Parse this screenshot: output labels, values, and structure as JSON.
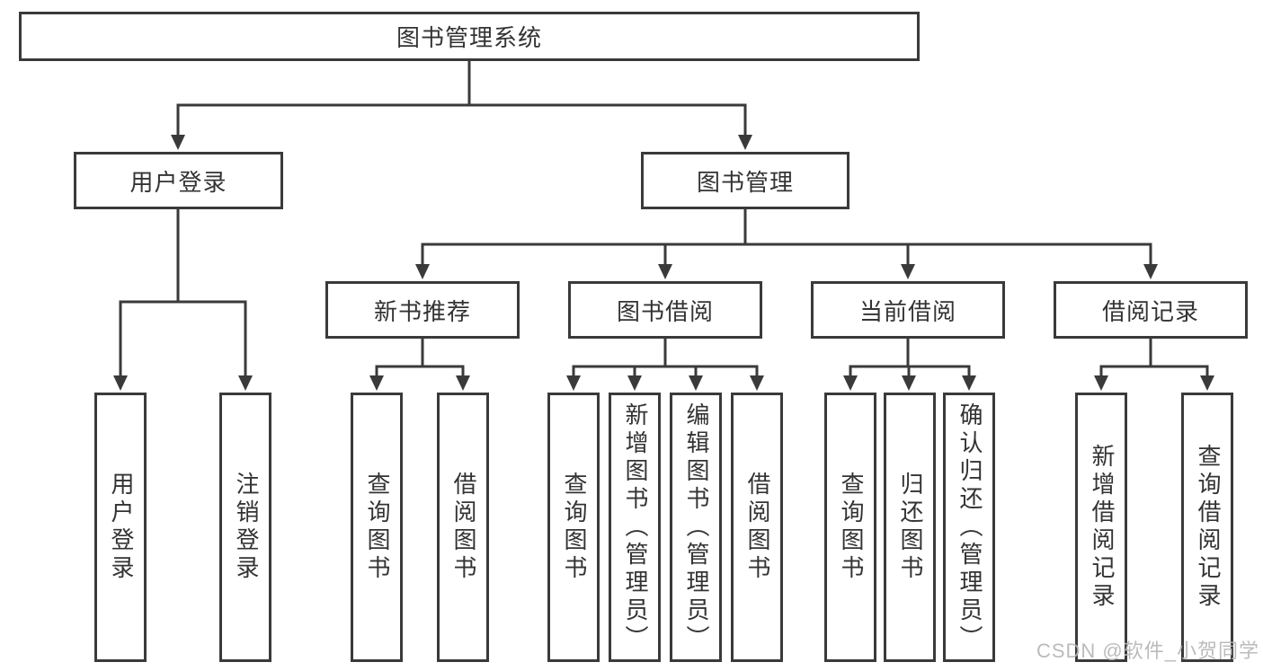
{
  "tree": {
    "root": {
      "label": "图书管理系统"
    },
    "branches": [
      {
        "label": "用户登录",
        "children": [
          {
            "label": "用户登录"
          },
          {
            "label": "注销登录"
          }
        ]
      },
      {
        "label": "图书管理",
        "children": [
          {
            "label": "新书推荐",
            "children": [
              {
                "label": "查询图书"
              },
              {
                "label": "借阅图书"
              }
            ]
          },
          {
            "label": "图书借阅",
            "children": [
              {
                "label": "查询图书"
              },
              {
                "label": "新增图书（管理员）"
              },
              {
                "label": "编辑图书（管理员）"
              },
              {
                "label": "借阅图书"
              }
            ]
          },
          {
            "label": "当前借阅",
            "children": [
              {
                "label": "查询图书"
              },
              {
                "label": "归还图书"
              },
              {
                "label": "确认归还（管理员）"
              }
            ]
          },
          {
            "label": "借阅记录",
            "children": [
              {
                "label": "新增借阅记录"
              },
              {
                "label": "查询借阅记录"
              }
            ]
          }
        ]
      }
    ]
  },
  "watermark": {
    "text": "CSDN @软件_小贺同学"
  },
  "colors": {
    "line": "#3a3a3a",
    "text": "#333333",
    "watermark": "#b6b6b6",
    "background": "#ffffff"
  }
}
